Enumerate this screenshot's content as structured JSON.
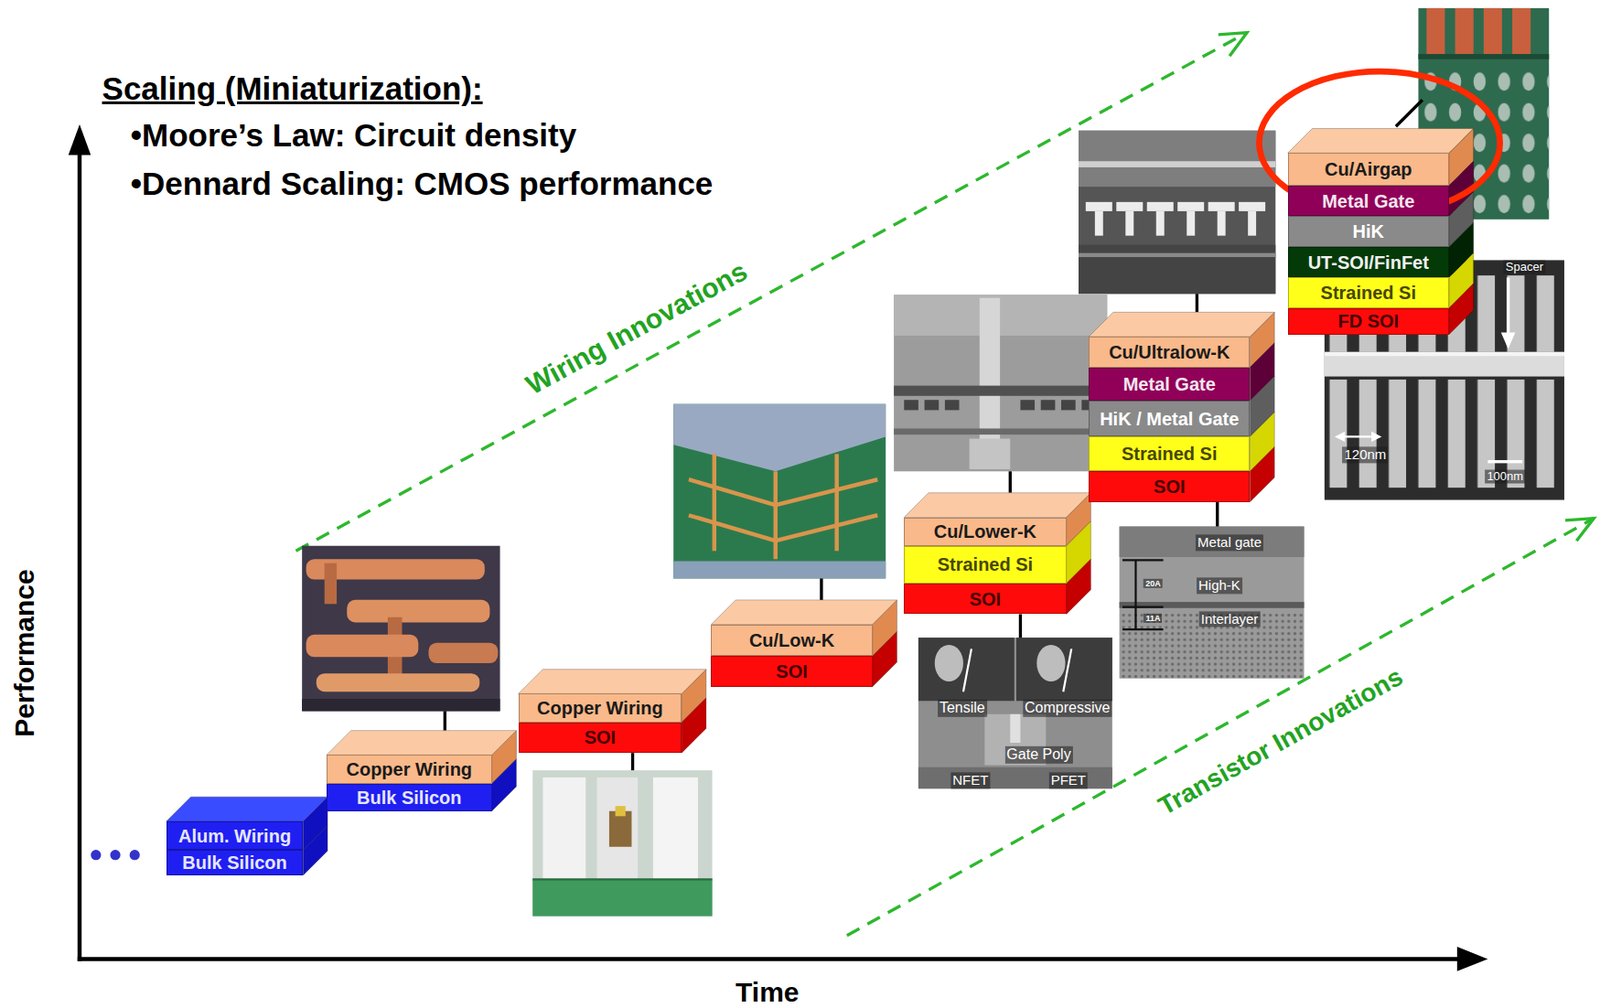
{
  "diagram": {
    "title": "Scaling (Miniaturization):",
    "nodes": [
      {
        "text": [
          "Alum. Wiring"
        ]
      },
      {
        "text": [
          "Bulk Silicon"
        ]
      },
      {
        "text": [
          "Copper Wiring"
        ]
      },
      {
        "text": [
          "Bulk Silicon"
        ]
      },
      {
        "text": [
          "Copper Wiring"
        ]
      },
      {
        "text": [
          "SOI"
        ]
      },
      {
        "text": [
          "Cu/Low-K"
        ]
      },
      {
        "text": [
          "SOI"
        ]
      },
      {
        "text": [
          "Cu/Lower-K"
        ]
      },
      {
        "text": [
          "Strained Si"
        ]
      },
      {
        "text": [
          "SOI"
        ]
      },
      {
        "text": [
          "Cu/Ultralow-K"
        ]
      },
      {
        "text": [
          "Metal Gate"
        ]
      },
      {
        "text": [
          "HiK / Metal Gate"
        ]
      },
      {
        "text": [
          "Strained Si"
        ]
      },
      {
        "text": [
          "SOI"
        ]
      },
      {
        "text": [
          "Cu/Airgap"
        ]
      },
      {
        "text": [
          "Metal Gate"
        ]
      },
      {
        "text": [
          "HiK"
        ]
      },
      {
        "text": [
          "UT-SOI/FinFet"
        ]
      },
      {
        "text": [
          "Strained Si"
        ]
      },
      {
        "text": [
          "FD SOI"
        ]
      }
    ],
    "labels": [
      "•Moore’s Law: Circuit density",
      "•Dennard Scaling: CMOS performance",
      "Performance",
      "Time",
      "Wiring Innovations",
      "Transistor Innovations",
      "Tensile",
      "Compressive",
      "Gate Poly",
      "NFET",
      "PFET",
      "Metal gate",
      "High-K",
      "Interlayer",
      "20A",
      "11A",
      "120nm",
      "100nm",
      "Spacer"
    ]
  }
}
